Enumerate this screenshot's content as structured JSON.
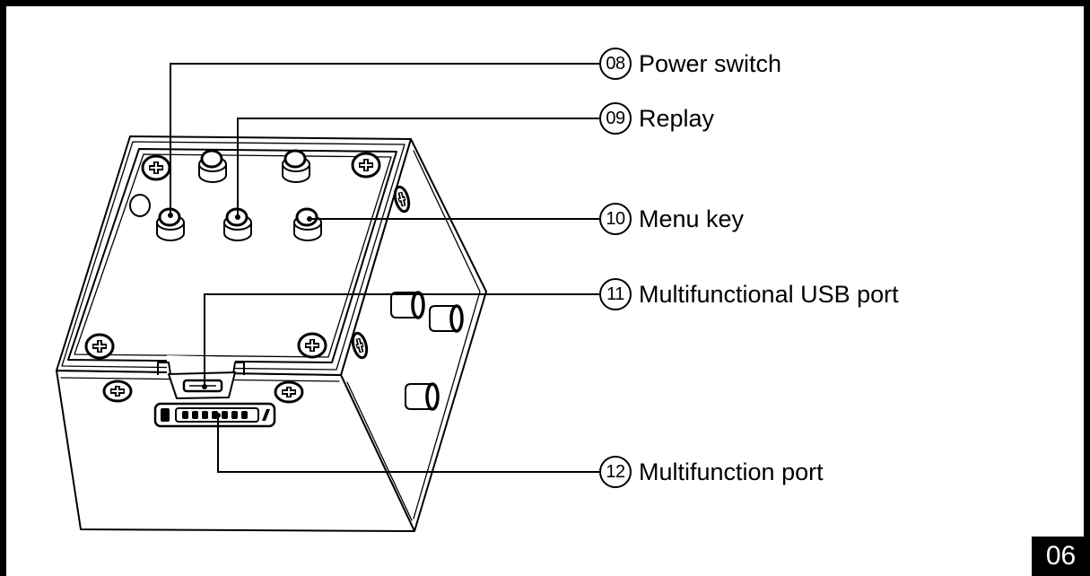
{
  "callouts": [
    {
      "number": "08",
      "label": "Power switch"
    },
    {
      "number": "09",
      "label": "Replay"
    },
    {
      "number": "10",
      "label": "Menu key"
    },
    {
      "number": "11",
      "label": "Multifunctional USB port"
    },
    {
      "number": "12",
      "label": "Multifunction port"
    }
  ],
  "page_number": "06"
}
